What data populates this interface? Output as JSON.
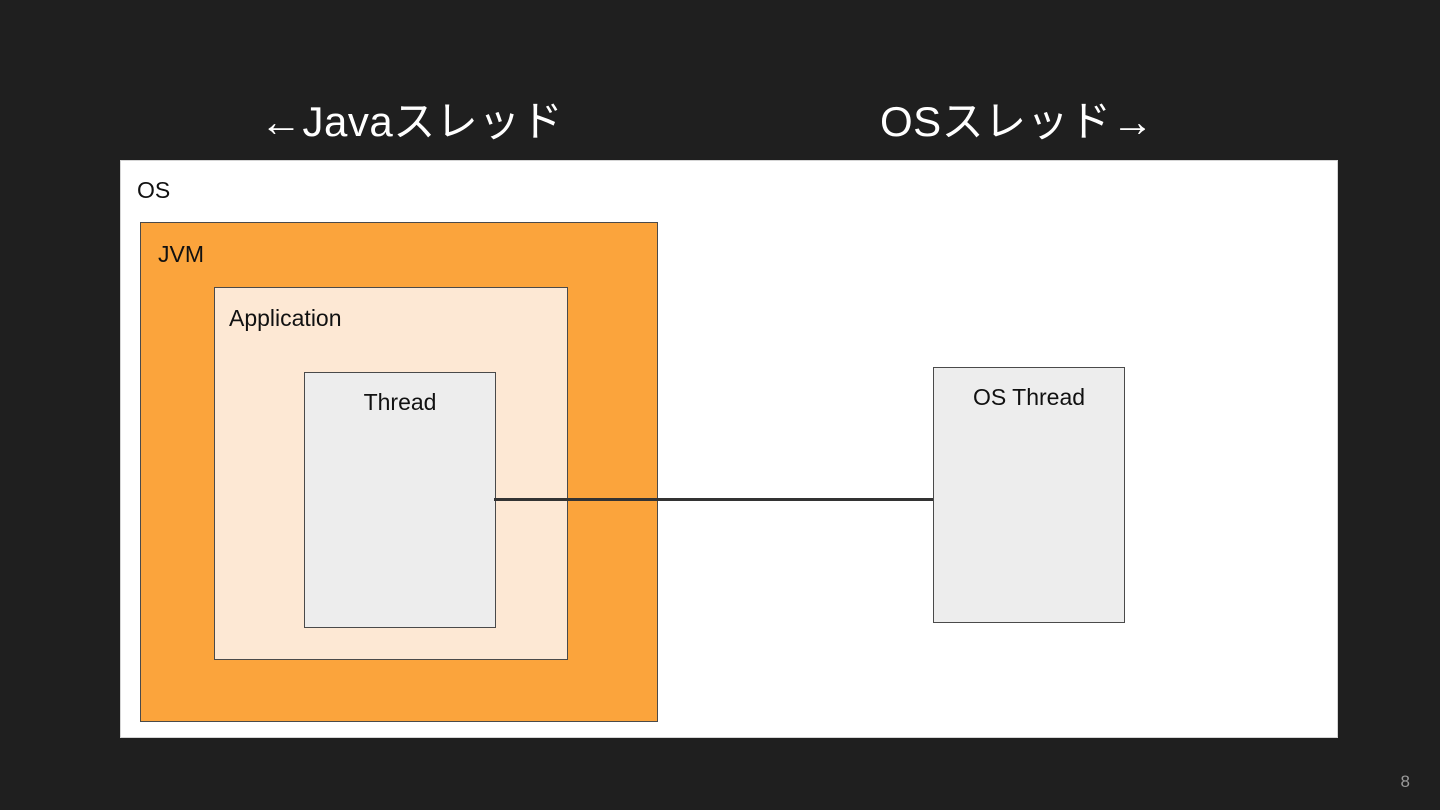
{
  "slide": {
    "background_color": "#1f1f1f",
    "page_number": "8",
    "headings": {
      "java_threads": "←Javaスレッド",
      "os_threads": "OSスレッド→"
    },
    "diagram": {
      "os": {
        "label": "OS",
        "color": "#ffffff"
      },
      "jvm": {
        "label": "JVM",
        "color": "#FBA43C"
      },
      "application": {
        "label": "Application",
        "color": "#FDE8D4"
      },
      "thread": {
        "label": "Thread",
        "color": "#EDEDED"
      },
      "os_thread": {
        "label": "OS Thread",
        "color": "#EDEDED"
      },
      "connector": {
        "color": "#333333"
      }
    }
  }
}
